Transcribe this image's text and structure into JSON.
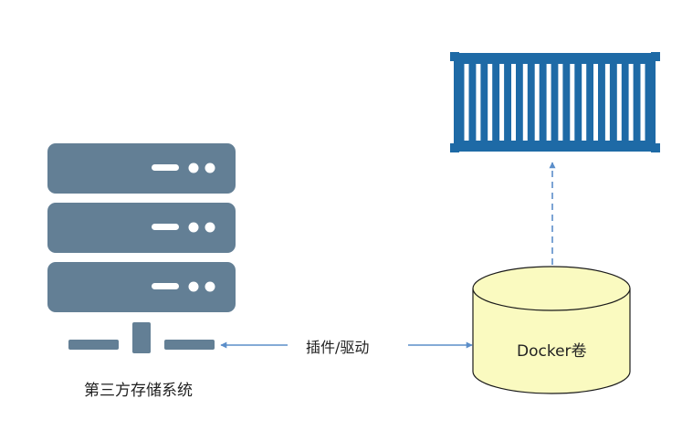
{
  "labels": {
    "storage": "第三方存储系统",
    "connector": "插件/驱动",
    "volume": "Docker卷"
  },
  "colors": {
    "server": "#637f95",
    "container": "#1e6aa6",
    "arrow": "#5b8ec9",
    "volume_fill": "#fafac0",
    "volume_stroke": "#1a1a1a"
  },
  "icons": {
    "server": "server-stack-icon",
    "container": "shipping-container-icon",
    "volume": "cylinder-volume-icon"
  }
}
